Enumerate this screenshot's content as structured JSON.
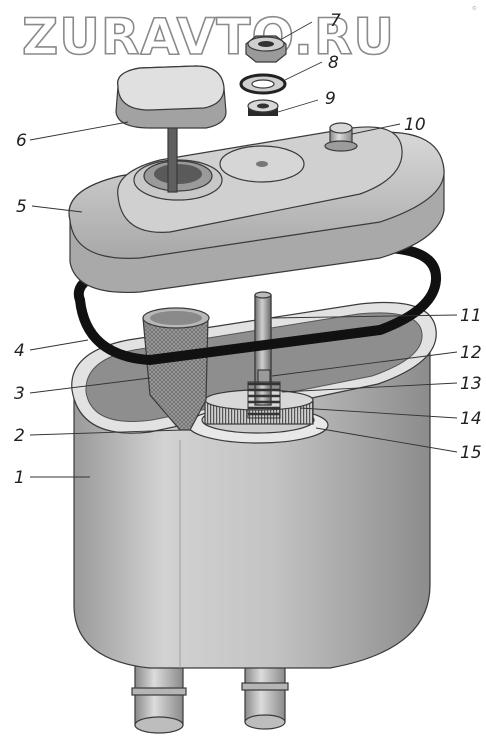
{
  "watermark": "ZURAVTO.RU",
  "corner_mark": "©",
  "callouts": [
    {
      "num": "1",
      "part": "housing"
    },
    {
      "num": "2",
      "part": "filter-seat-ring"
    },
    {
      "num": "3",
      "part": "mesh-strainer"
    },
    {
      "num": "4",
      "part": "sealing-gasket"
    },
    {
      "num": "5",
      "part": "cover"
    },
    {
      "num": "6",
      "part": "filler-cap"
    },
    {
      "num": "7",
      "part": "nut"
    },
    {
      "num": "8",
      "part": "washer"
    },
    {
      "num": "9",
      "part": "seal-ring"
    },
    {
      "num": "10",
      "part": "valve-plug"
    },
    {
      "num": "11",
      "part": "threaded-rod"
    },
    {
      "num": "12",
      "part": "pin"
    },
    {
      "num": "13",
      "part": "spring"
    },
    {
      "num": "14",
      "part": "filter-element"
    },
    {
      "num": "15",
      "part": "bottom-ring"
    }
  ]
}
